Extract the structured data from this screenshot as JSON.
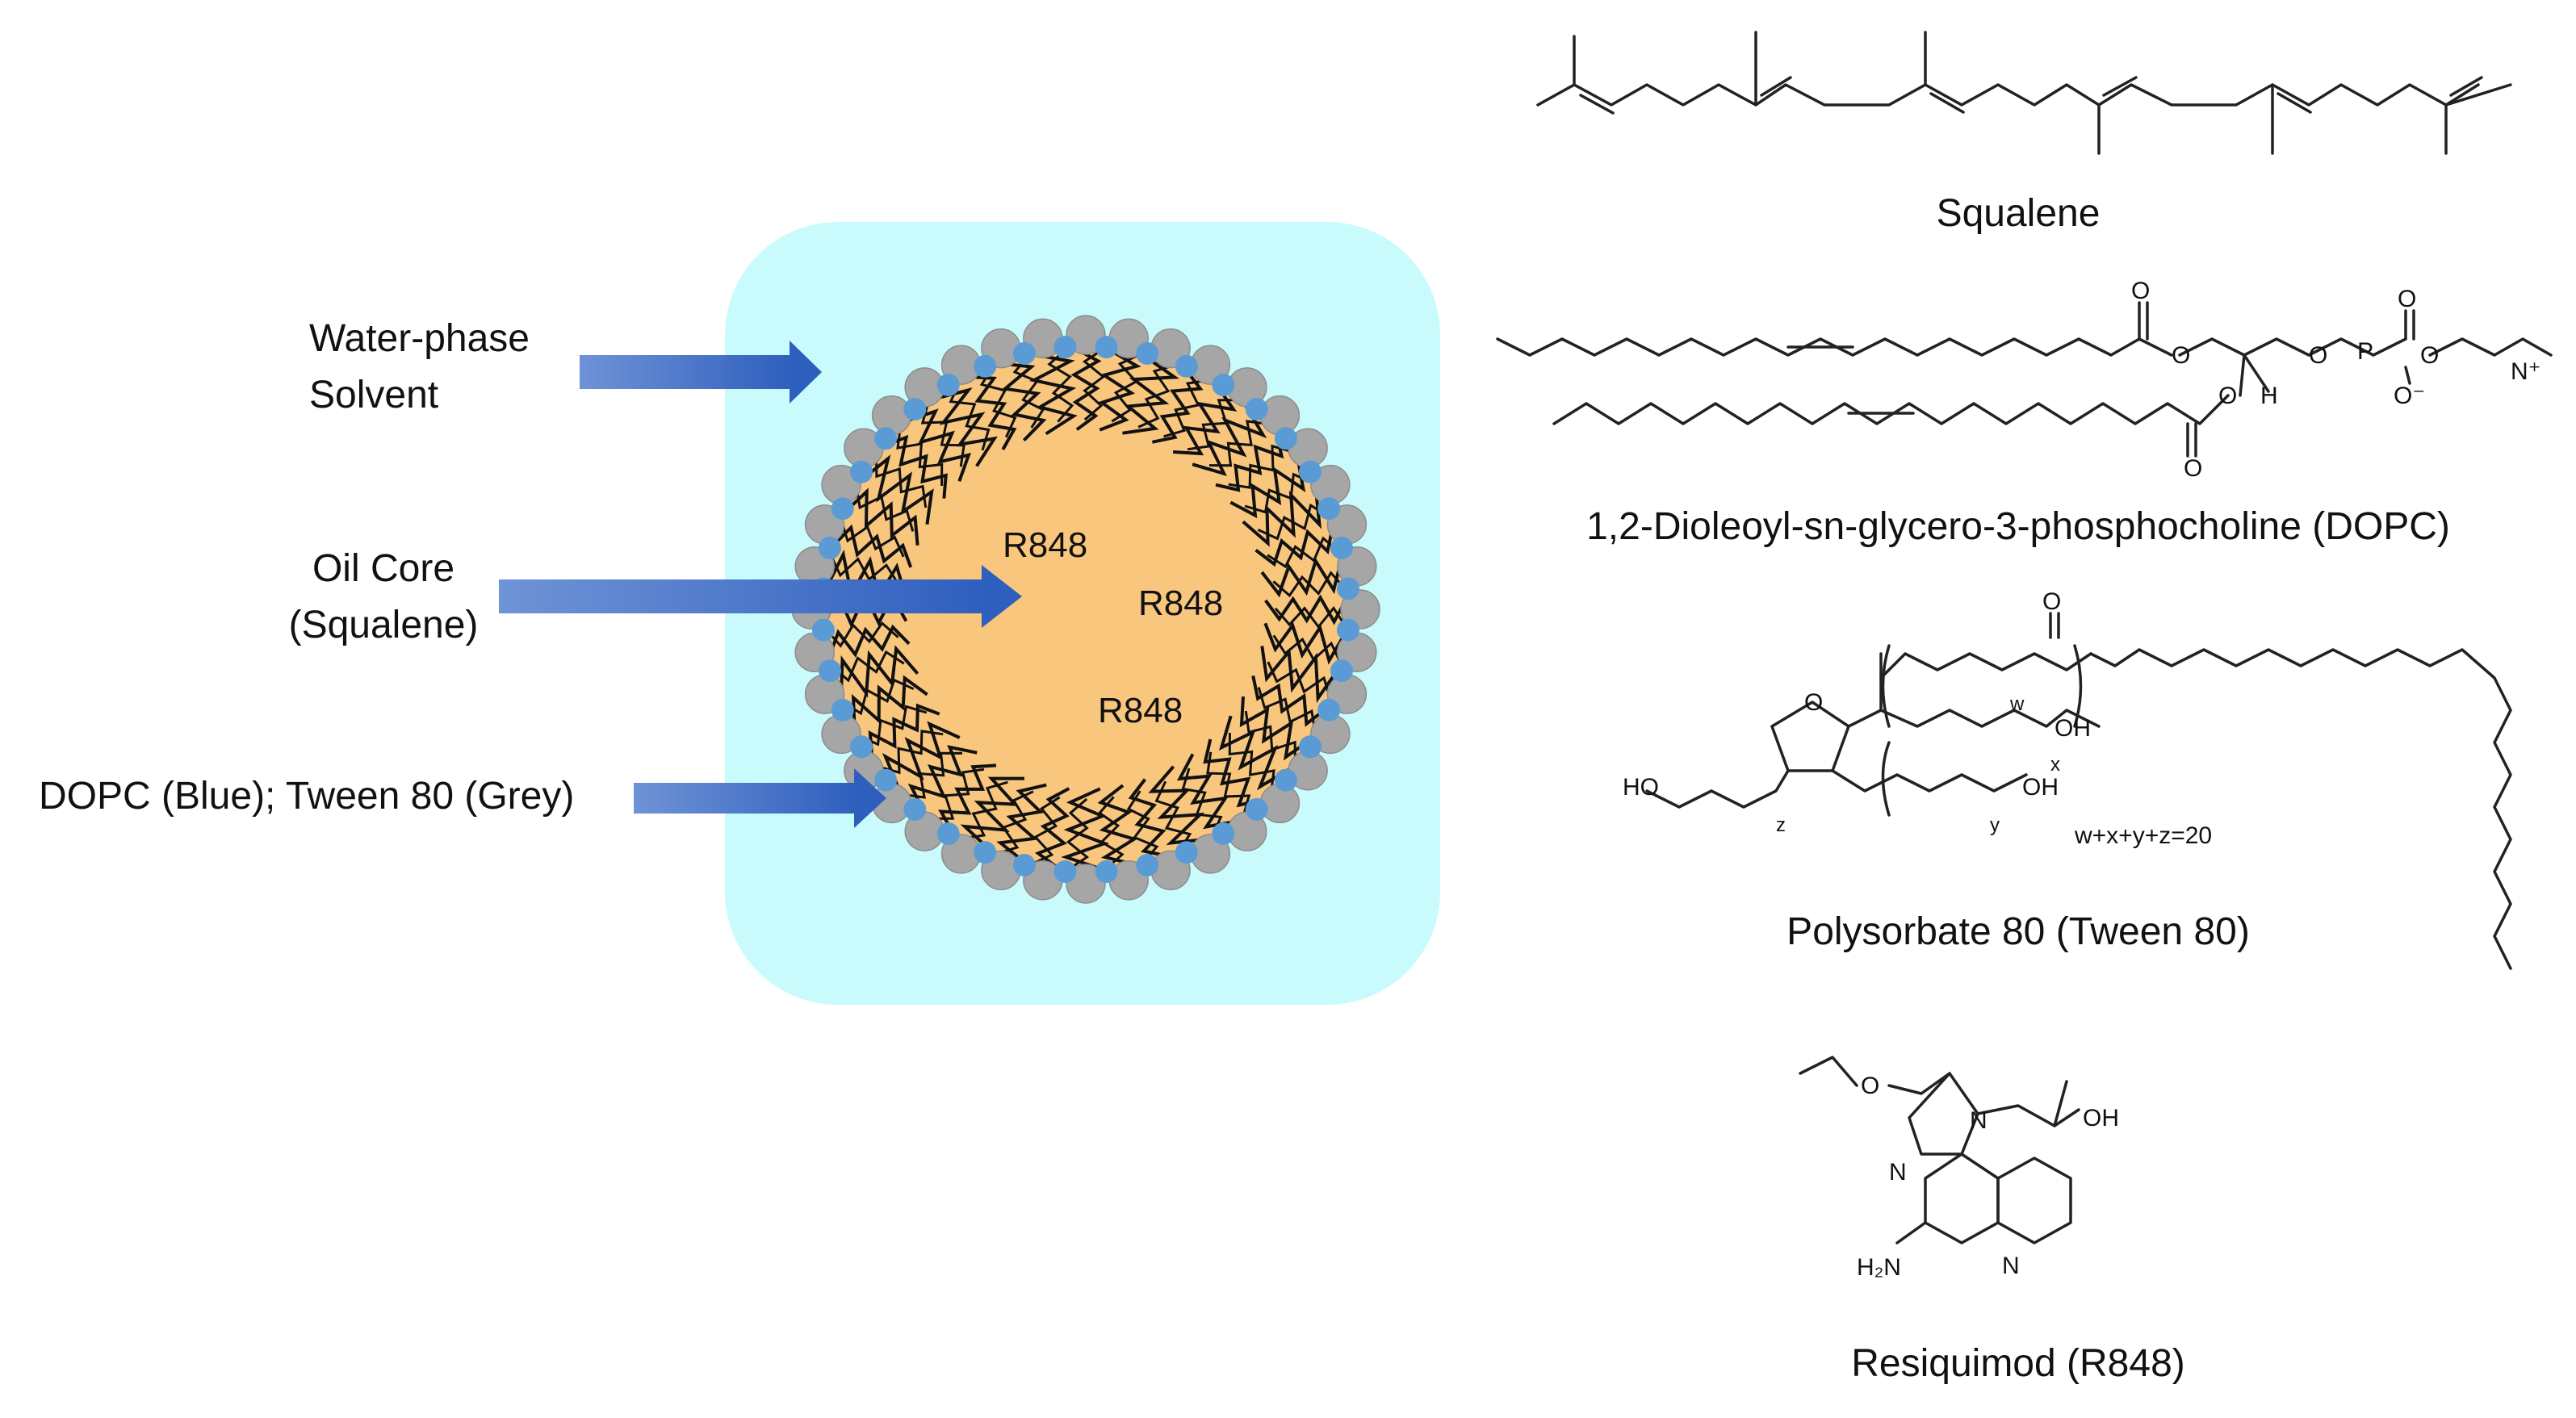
{
  "labels": {
    "water_line1": "Water-phase",
    "water_line2": "Solvent",
    "oil_line1": "Oil Core",
    "oil_line2": "(Squalene)",
    "surfactant": "DOPC (Blue); Tween 80 (Grey)"
  },
  "core_labels": [
    "R848",
    "R848",
    "R848"
  ],
  "molecules": {
    "squalene": "Squalene",
    "dopc": "1,2-Dioleoyl-sn-glycero-3-phosphocholine (DOPC)",
    "polysorbate": "Polysorbate 80 (Tween 80)",
    "resiquimod": "Resiquimod (R848)"
  },
  "formula_note": "w+x+y+z=20",
  "atoms": {
    "O": "O",
    "P": "P",
    "N": "N",
    "H": "H",
    "O_minus": "O⁻",
    "N_plus": "N⁺",
    "HO": "HO",
    "OH": "OH",
    "H2N": "H₂N",
    "w": "w",
    "x": "x",
    "y": "y",
    "z": "z"
  },
  "colors": {
    "water_box": "#c9fbfd",
    "oil_core": "#f9c67e",
    "dopc_head": "#5b9bd5",
    "tween_head": "#a6a6a6",
    "arrow": "#3f6fc6"
  }
}
